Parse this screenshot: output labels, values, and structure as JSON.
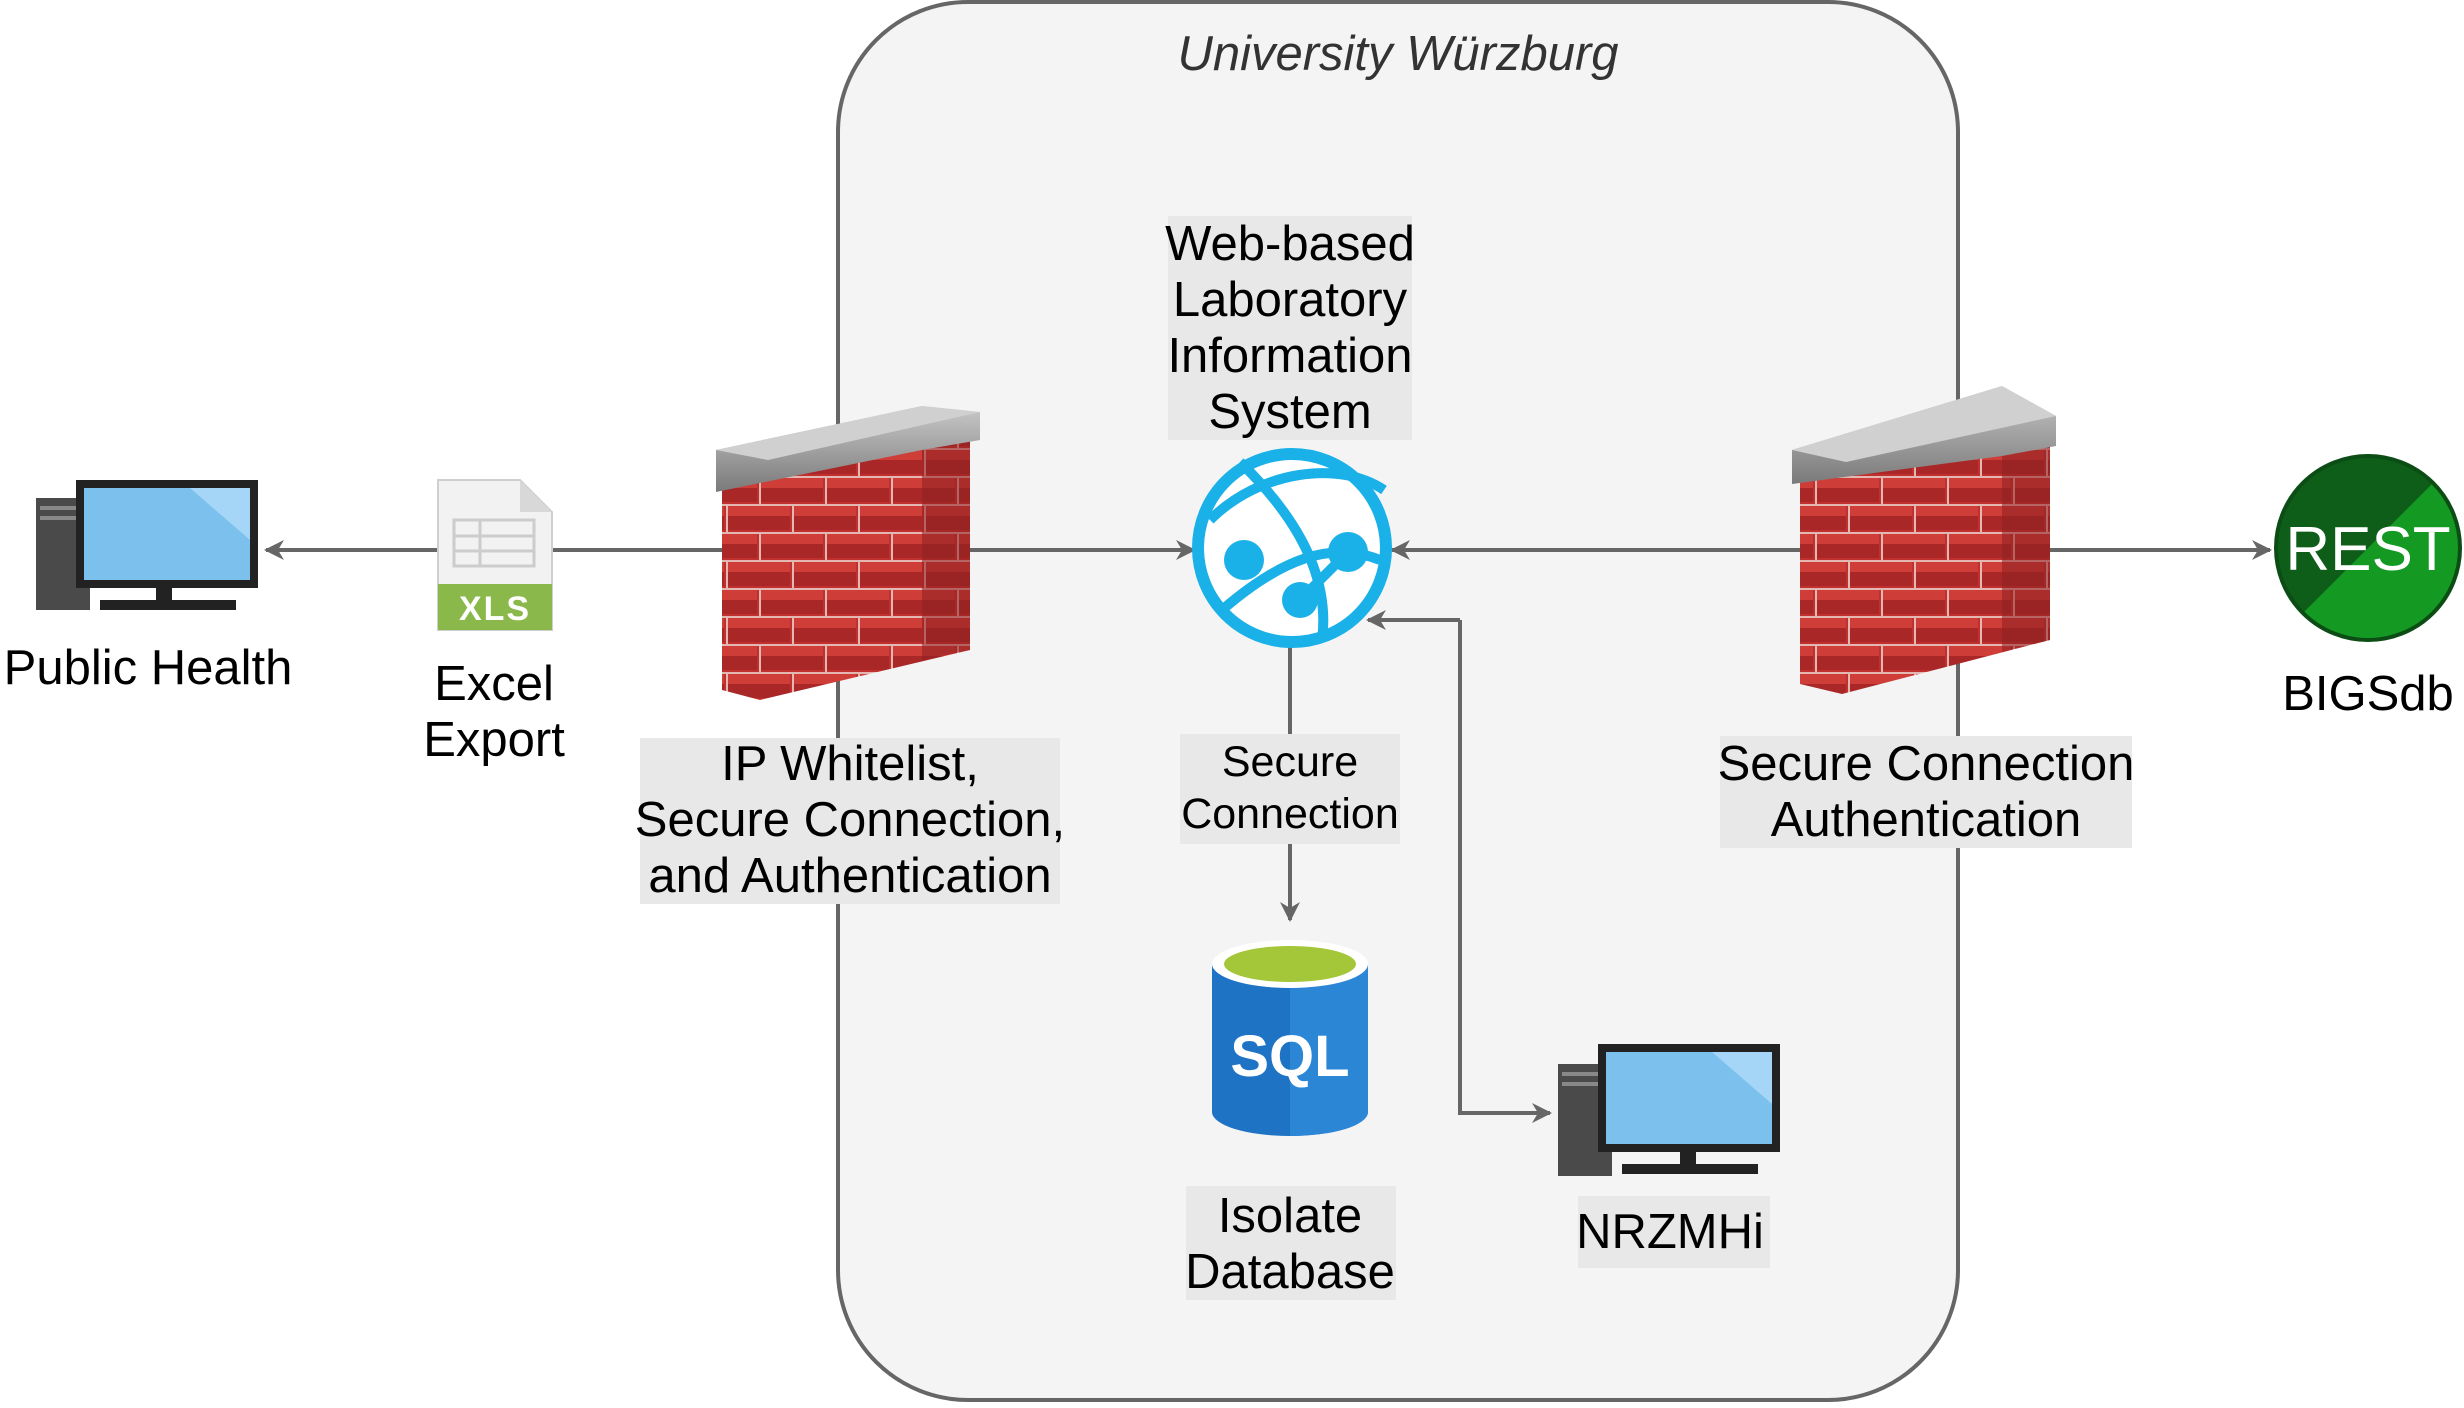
{
  "boundary": {
    "title": "University Würzburg"
  },
  "nodes": {
    "public_health": {
      "label": "Public Health"
    },
    "excel_export": {
      "label_line1": "Excel",
      "label_line2": "Export",
      "file_badge": "XLS"
    },
    "firewall_left": {
      "label_line1": "IP Whitelist,",
      "label_line2": "Secure Connection,",
      "label_line3": "and Authentication"
    },
    "lims": {
      "label_line1": "Web-based",
      "label_line2": "Laboratory",
      "label_line3": "Information",
      "label_line4": "System"
    },
    "firewall_right": {
      "label_line1": "Secure Connection",
      "label_line2": "Authentication"
    },
    "rest": {
      "badge": "REST",
      "label": "BIGSdb"
    },
    "database": {
      "badge": "SQL",
      "label_line1": "Isolate",
      "label_line2": "Database"
    },
    "nrzmhi": {
      "label": "NRZMHi"
    }
  },
  "edges": {
    "lims_to_db": {
      "label_line1": "Secure",
      "label_line2": "Connection"
    }
  },
  "colors": {
    "boundary_fill": "#f4f4f4",
    "boundary_stroke": "#666666",
    "arrow": "#666666",
    "brick": "#b92a2a",
    "globe": "#1ab0e8",
    "sql_blue": "#1f73c4",
    "sql_green": "#a4c639",
    "rest_dark": "#0e5e1a",
    "rest_light": "#149a23",
    "xls_green": "#8bb84a",
    "monitor_screen": "#7cc0ee"
  }
}
